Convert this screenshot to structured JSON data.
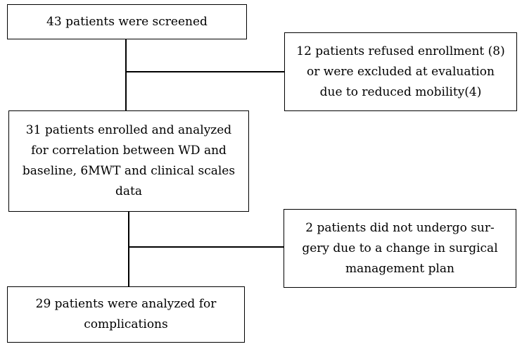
{
  "flowchart": {
    "screened": {
      "line1": "43 patients were screened"
    },
    "excluded": {
      "line1": "12 patients refused enrollment (8)",
      "line2": "or were excluded at evaluation",
      "line3": "due to reduced mobility(4)"
    },
    "enrolled": {
      "line1": "31 patients enrolled and analyzed",
      "line2": "for correlation between WD and",
      "line3": "baseline, 6MWT and clinical scales",
      "line4": "data"
    },
    "no_surgery": {
      "line1": "2 patients did not undergo sur-",
      "line2": "gery due to a change in surgical",
      "line3": "management plan"
    },
    "complications": {
      "line1": "29 patients were analyzed for",
      "line2": "complications"
    }
  }
}
